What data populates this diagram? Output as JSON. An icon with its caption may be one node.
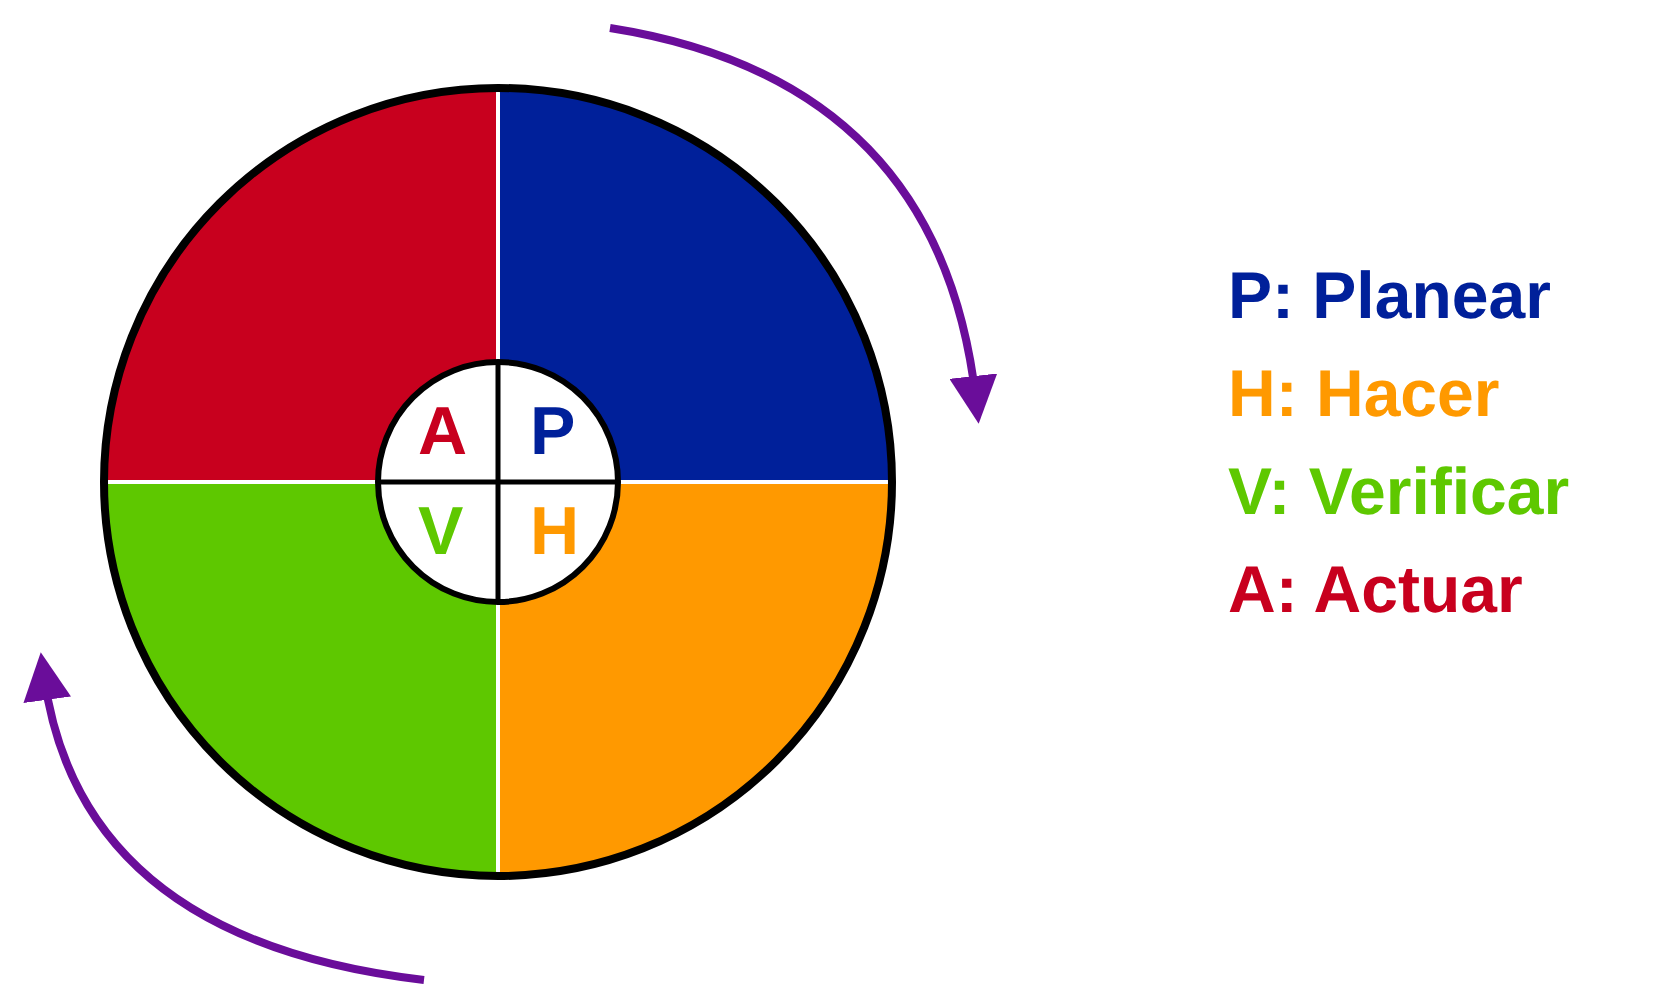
{
  "diagram": {
    "nodes": [
      {
        "text": [
          "A"
        ]
      },
      {
        "text": [
          "P"
        ]
      },
      {
        "text": [
          "V"
        ]
      },
      {
        "text": [
          "H"
        ]
      }
    ],
    "labels": [
      "P: Planear",
      "H: Hacer",
      "V: Verificar",
      "A: Actuar"
    ]
  }
}
